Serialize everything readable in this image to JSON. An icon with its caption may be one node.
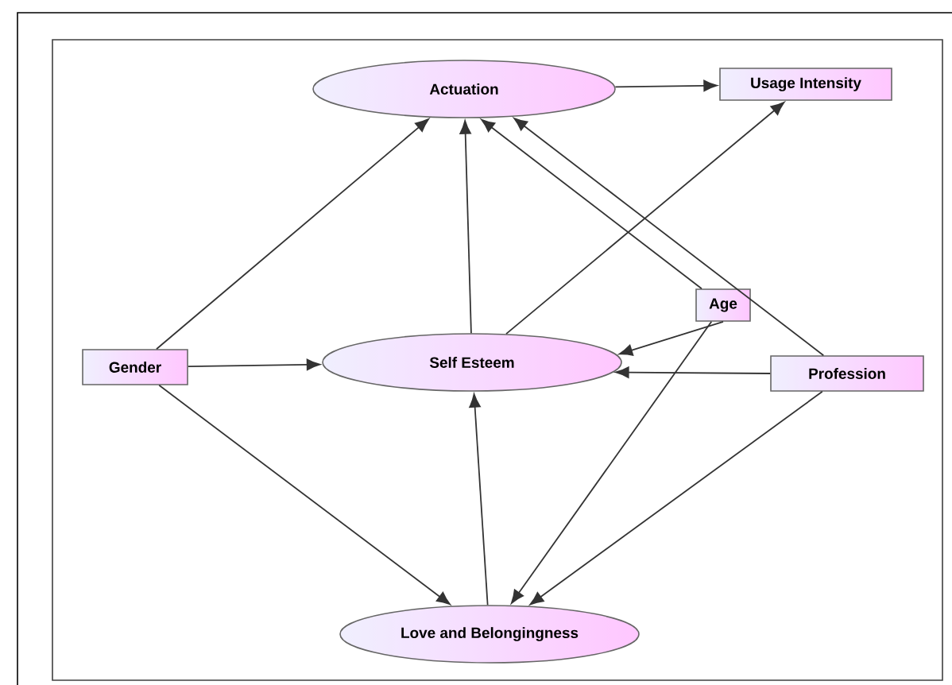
{
  "diagram": {
    "nodes": [
      {
        "text": [
          "Actuation"
        ]
      },
      {
        "text": [
          "Usage Intensity"
        ]
      },
      {
        "text": [
          "Age"
        ]
      },
      {
        "text": [
          "Gender"
        ]
      },
      {
        "text": [
          "Self Esteem"
        ]
      },
      {
        "text": [
          "Profession"
        ]
      },
      {
        "text": [
          "Love and Belongingness"
        ]
      }
    ],
    "edges": [
      {
        "from": 0,
        "to": 1,
        "arrow": "to"
      },
      {
        "from": 3,
        "to": 0,
        "arrow": "to"
      },
      {
        "from": 4,
        "to": 0,
        "arrow": "to"
      },
      {
        "from": 2,
        "to": 0,
        "arrow": "to"
      },
      {
        "from": 5,
        "to": 0,
        "arrow": "to"
      },
      {
        "from": 4,
        "to": 1,
        "arrow": "to"
      },
      {
        "from": 3,
        "to": 4,
        "arrow": "to"
      },
      {
        "from": 2,
        "to": 4,
        "arrow": "to"
      },
      {
        "from": 5,
        "to": 4,
        "arrow": "to"
      },
      {
        "from": 3,
        "to": 6,
        "arrow": "to"
      },
      {
        "from": 6,
        "to": 4,
        "arrow": "to"
      },
      {
        "from": 2,
        "to": 6,
        "arrow": "to"
      },
      {
        "from": 5,
        "to": 6,
        "arrow": "to"
      }
    ]
  }
}
